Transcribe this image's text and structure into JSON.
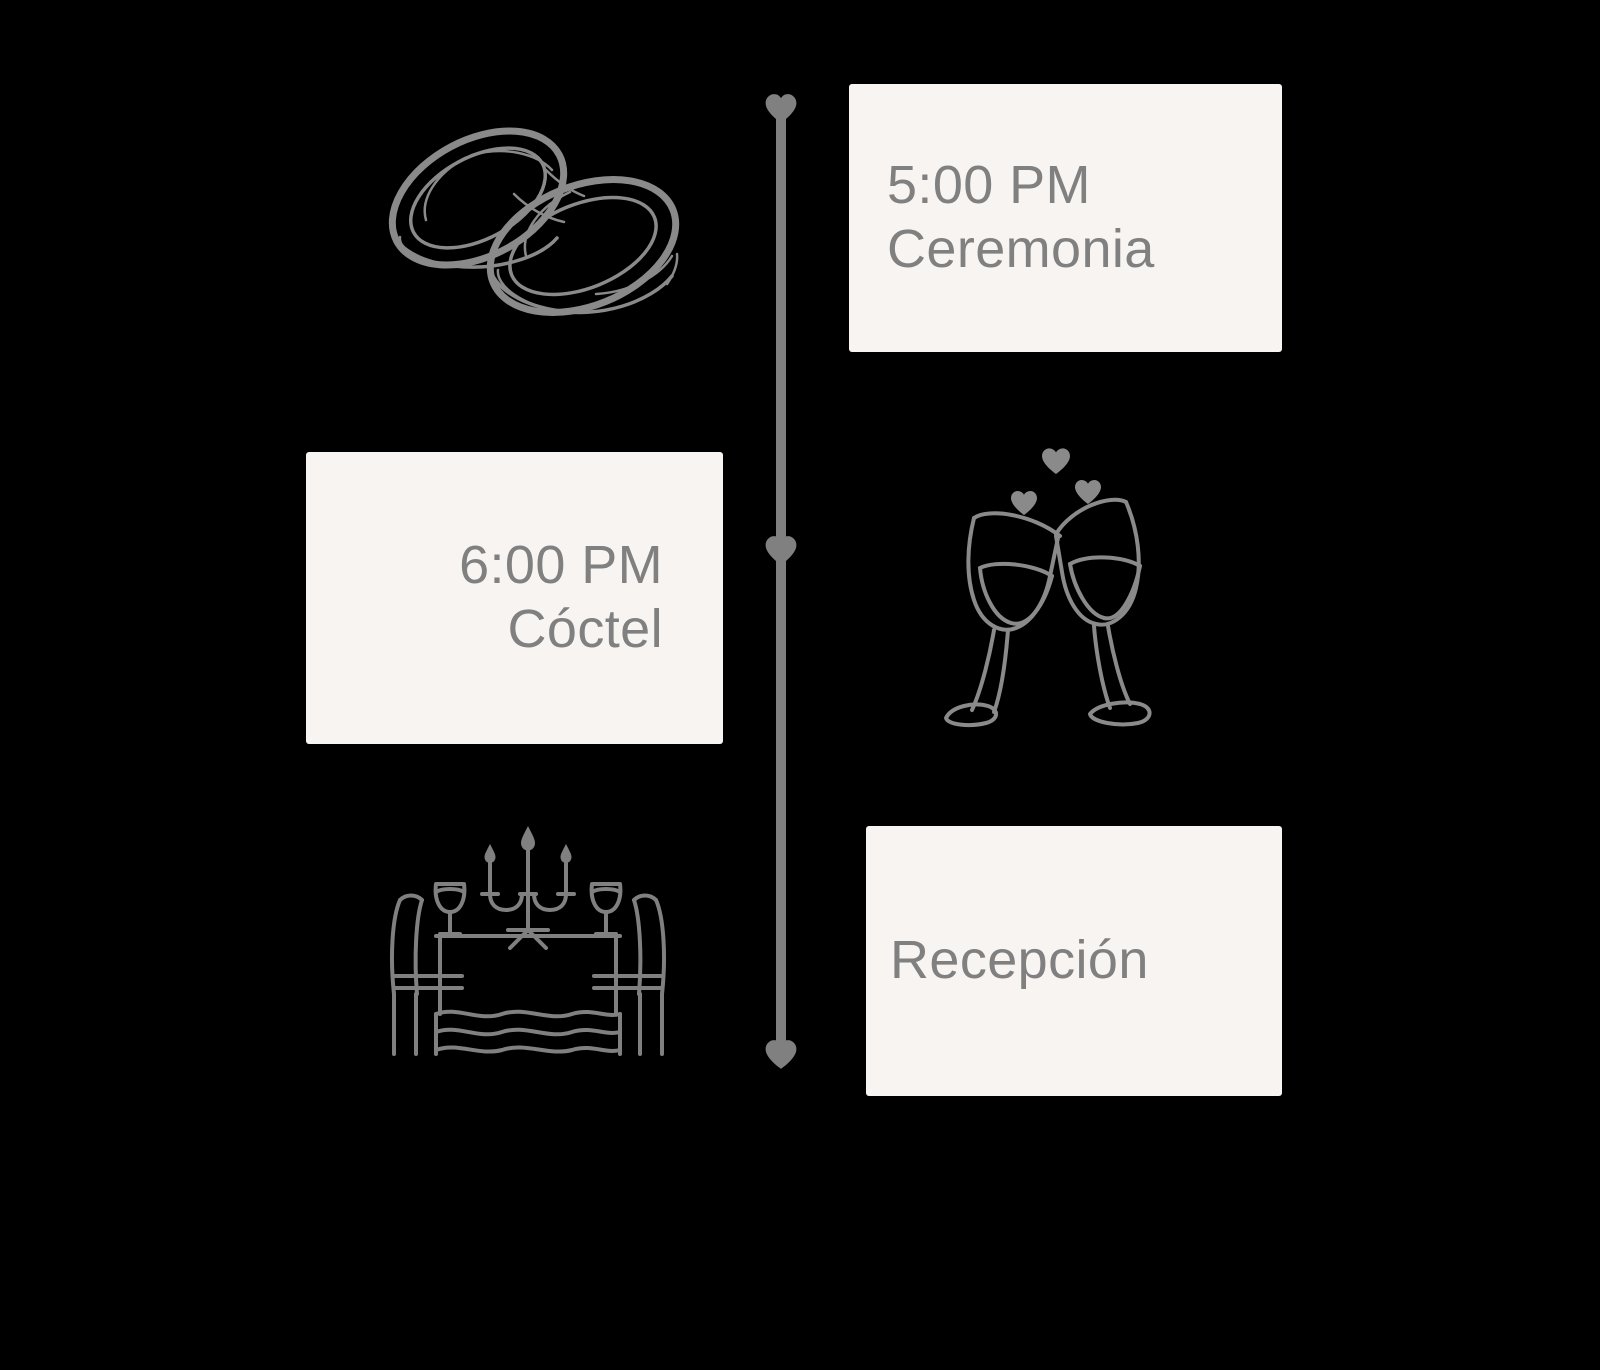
{
  "background_color": "#000000",
  "card_color": "#F8F4F1",
  "text_color": "#808080",
  "accent_color": "#808080",
  "timeline": {
    "marker_icon": "heart-icon",
    "markers": 3,
    "events": [
      {
        "id": "ceremony",
        "time": "5:00 PM",
        "name": "Ceremonia",
        "illustration": "wedding-rings-icon",
        "card_side": "right",
        "text_align": "left"
      },
      {
        "id": "cocktail",
        "time": "6:00 PM",
        "name": "Cóctel",
        "illustration": "toasting-glasses-icon",
        "card_side": "left",
        "text_align": "right"
      },
      {
        "id": "reception",
        "time": "",
        "name": "Recepción",
        "illustration": "dinner-table-icon",
        "card_side": "right",
        "text_align": "left"
      }
    ]
  }
}
